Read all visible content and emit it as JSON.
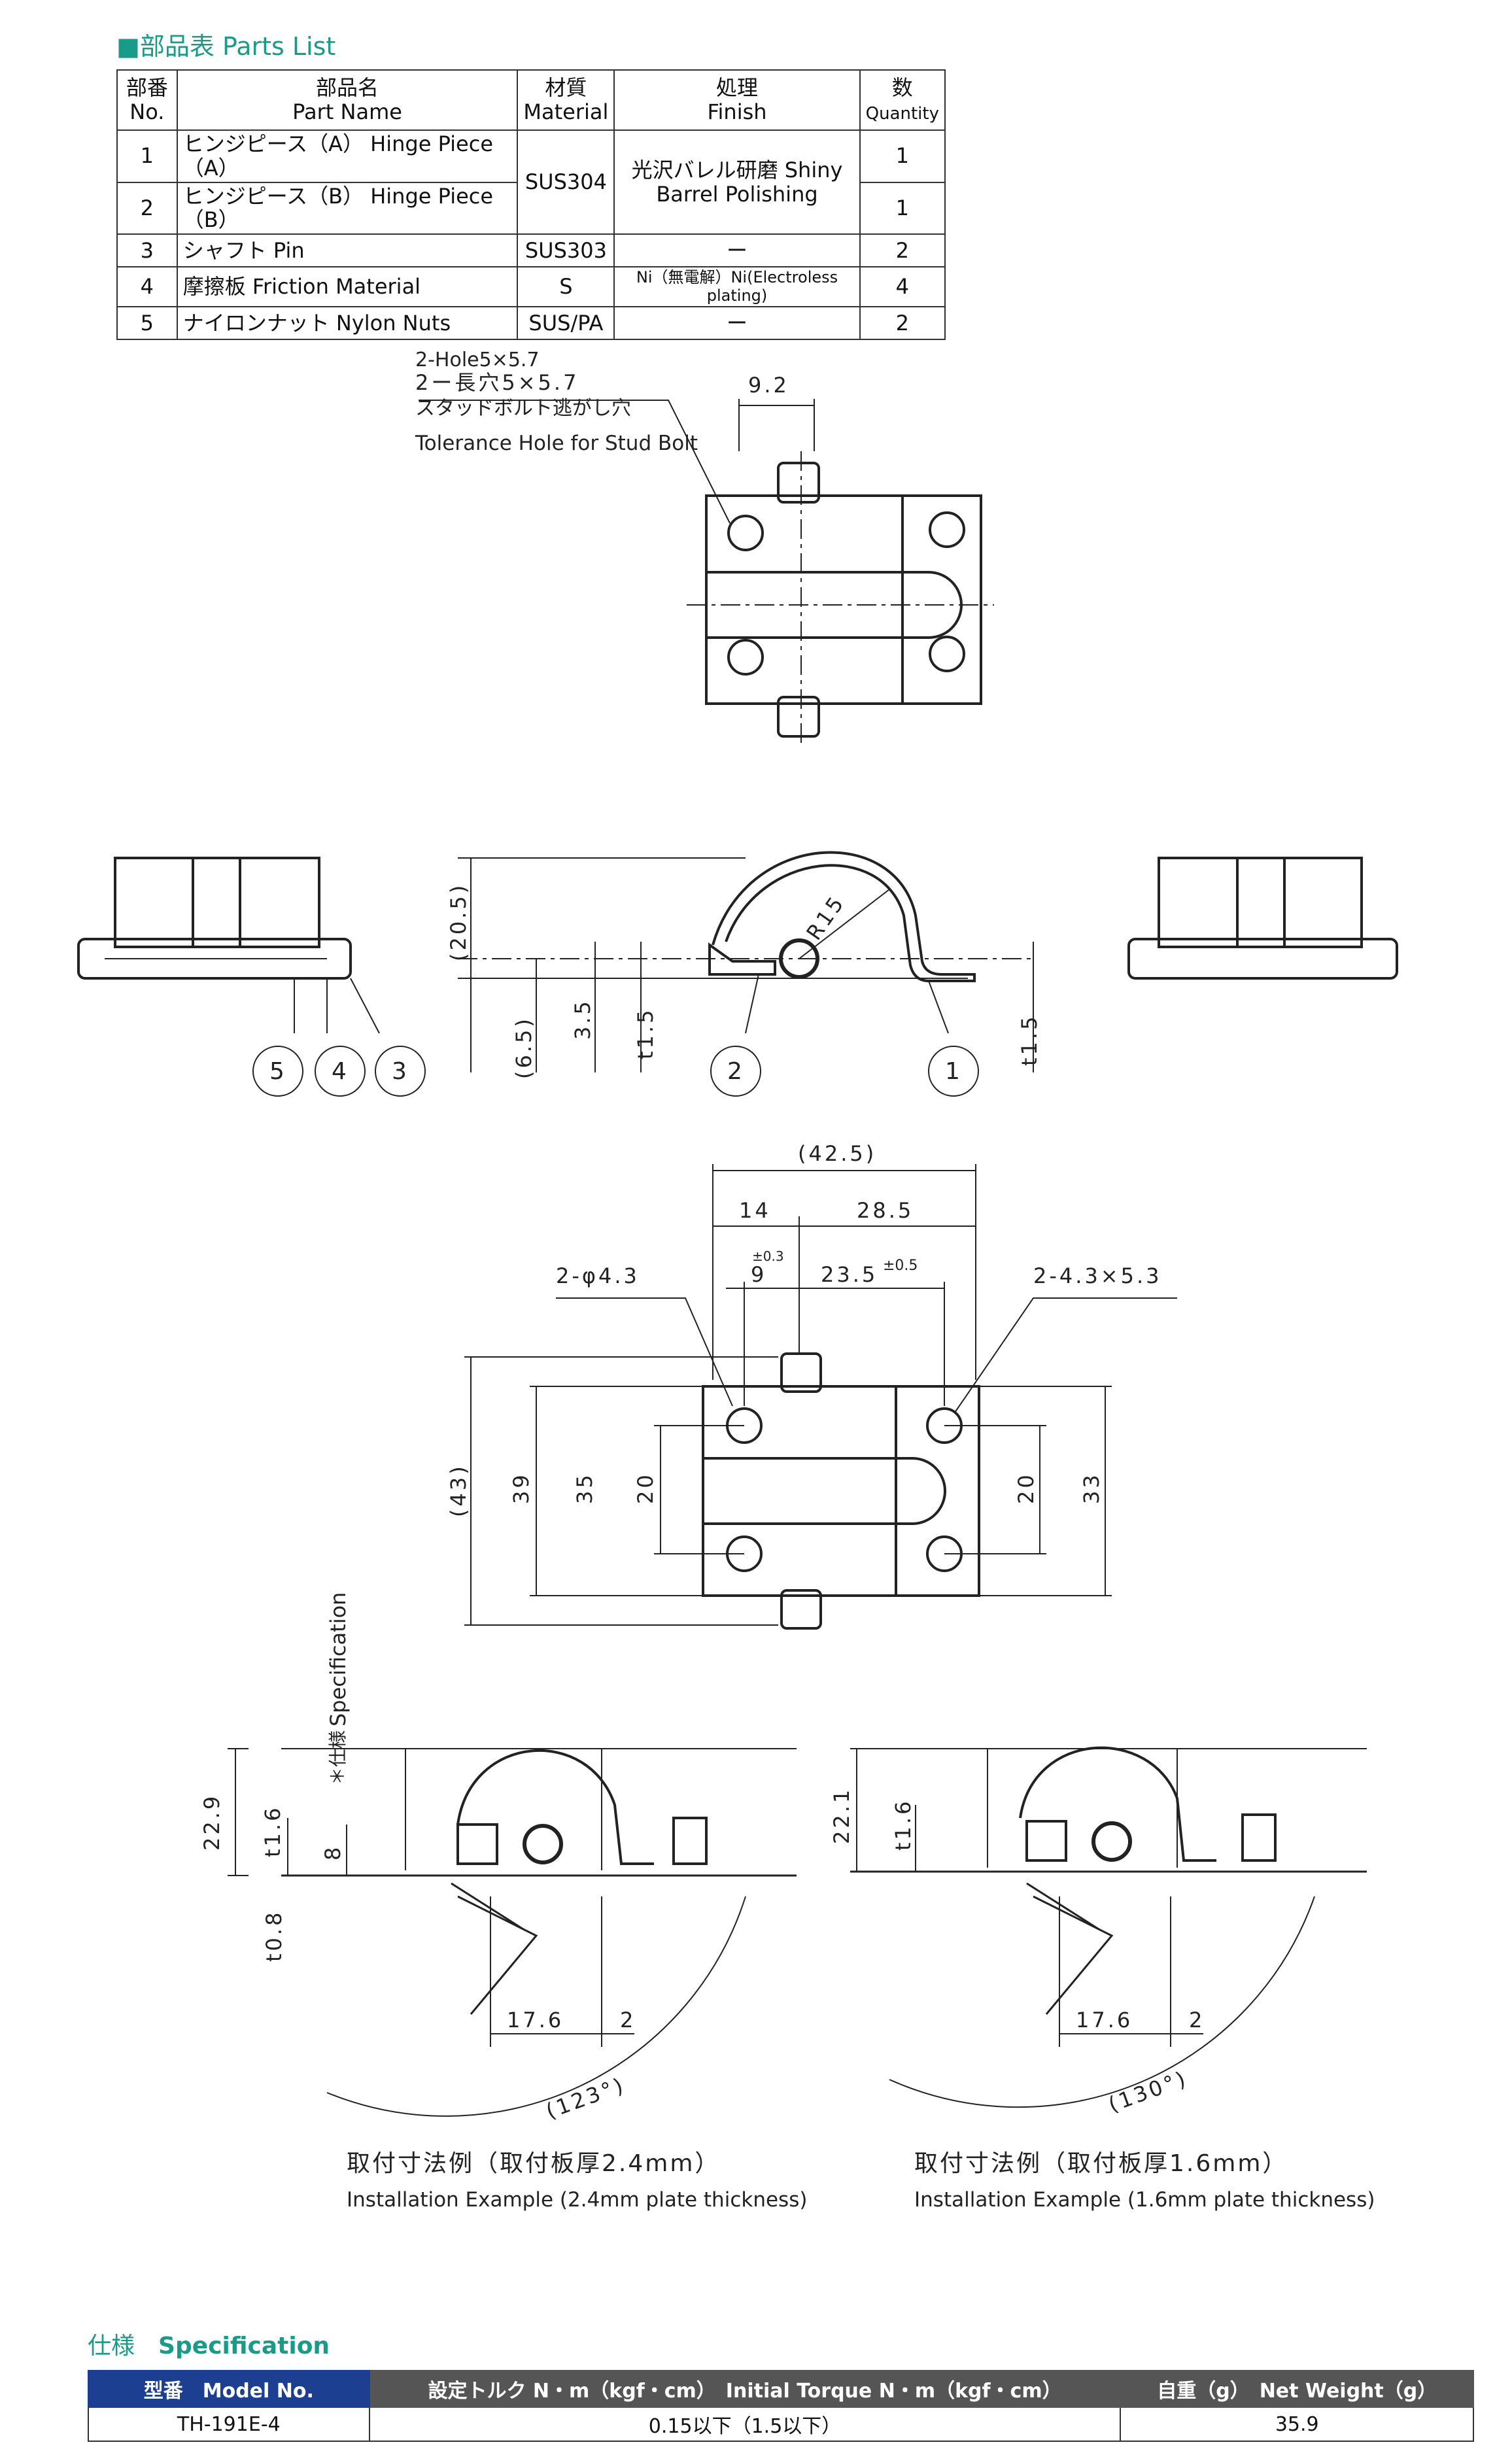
{
  "parts_list": {
    "title": "■部品表 Parts List",
    "headers": {
      "no_ja": "部番",
      "no_en": "No.",
      "name_ja": "部品名",
      "name_en": "Part Name",
      "material_ja": "材質",
      "material_en": "Material",
      "finish_ja": "処理",
      "finish_en": "Finish",
      "qty_ja": "数",
      "qty_en": "Quantity"
    },
    "rows": [
      {
        "no": "1",
        "name": "ヒンジピース（A） Hinge Piece（A）",
        "material": "SUS304",
        "finish": "光沢バレル研磨 Shiny Barrel Polishing",
        "qty": "1"
      },
      {
        "no": "2",
        "name": "ヒンジピース（B） Hinge Piece（B）",
        "material": "",
        "finish": "",
        "qty": "1"
      },
      {
        "no": "3",
        "name": "シャフト Pin",
        "material": "SUS303",
        "finish": "ー",
        "qty": "2"
      },
      {
        "no": "4",
        "name": "摩擦板 Friction Material",
        "material": "S",
        "finish": "Ni（無電解）Ni(Electroless plating)",
        "qty": "4"
      },
      {
        "no": "5",
        "name": "ナイロンナット Nylon Nuts",
        "material": "SUS/PA",
        "finish": "ー",
        "qty": "2"
      }
    ]
  },
  "drawing_labels": {
    "hole_note_1": "2-Hole5×5.7",
    "hole_note_2": "2ー長穴5×5.7",
    "hole_note_3": "スタッドボルト逃がし穴",
    "hole_note_4": "Tolerance Hole for Stud Bolt",
    "dim_9_2": "9.2",
    "dim_20_5": "(20.5)",
    "dim_6_5": "(6.5)",
    "dim_3_5": "3.5",
    "dim_t1_5_a": "t1.5",
    "dim_t1_5_b": "t1.5",
    "dim_r15": "R15",
    "callout_5": "5",
    "callout_4": "4",
    "callout_3": "3",
    "callout_2": "2",
    "callout_1": "1",
    "dim_42_5": "(42.5)",
    "dim_14": "14",
    "dim_28_5": "28.5",
    "dim_9": "9",
    "tol_9": "±0.3",
    "dim_23_5": "23.5",
    "tol_23_5": "±0.5",
    "hole_phi": "2-φ4.3",
    "hole_slot": "2-4.3×5.3",
    "dim_43": "(43)",
    "dim_39": "39",
    "dim_35": "35",
    "dim_20_l": "20",
    "dim_20_r": "20",
    "dim_33": "33",
    "spec_mark": "＊仕様",
    "spec_mark_en": "Specification",
    "dim_22_9": "22.9",
    "dim_t1_6_a": "t1.6",
    "dim_8": "8",
    "dim_t0_8": "t0.8",
    "dim_17_6_a": "17.6",
    "dim_2_a": "2",
    "angle_a": "(123°)",
    "dim_22_1": "22.1",
    "dim_t1_6_b": "t1.6",
    "dim_17_6_b": "17.6",
    "dim_2_b": "2",
    "angle_b": "(130°)",
    "install_a_ja": "取付寸法例（取付板厚2.4mm）",
    "install_a_en": "Installation Example (2.4mm plate thickness)",
    "install_b_ja": "取付寸法例（取付板厚1.6mm）",
    "install_b_en": "Installation Example (1.6mm plate thickness)"
  },
  "spec": {
    "title_ja": "仕様",
    "title_en": "Specification",
    "h_model": "型番　Model No.",
    "h_torque": "設定トルク N・m（kgf・cm）　Initial Torque N・m（kgf・cm）",
    "h_weight": "自重（g）　Net Weight（g）",
    "model": "TH-191E-4",
    "torque": "0.15以下（1.5以下）",
    "weight": "35.9"
  },
  "colors": {
    "accent_teal": "#1a9b8a",
    "header_blue": "#1d3f91",
    "header_gray": "#555555"
  }
}
